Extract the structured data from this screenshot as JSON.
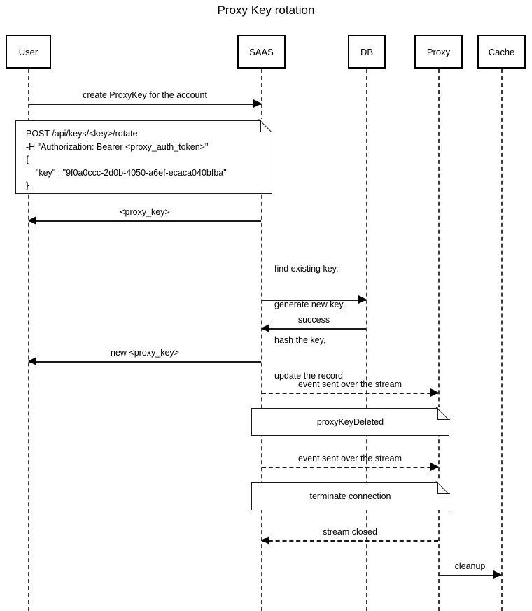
{
  "title": "Proxy Key rotation",
  "participants": [
    {
      "name": "User",
      "label": "User"
    },
    {
      "name": "SAAS",
      "label": "SAAS"
    },
    {
      "name": "DB",
      "label": "DB"
    },
    {
      "name": "Proxy",
      "label": "Proxy"
    },
    {
      "name": "Cache",
      "label": "Cache"
    }
  ],
  "messages": [
    {
      "label": "create ProxyKey for the account",
      "from": "User",
      "to": "SAAS",
      "style": "solid",
      "direction": "right"
    },
    {
      "label": "<proxy_key>",
      "from": "SAAS",
      "to": "User",
      "style": "solid",
      "direction": "left"
    },
    {
      "label": "",
      "from": "SAAS",
      "to": "DB",
      "style": "solid",
      "direction": "right"
    },
    {
      "label": "success",
      "from": "DB",
      "to": "SAAS",
      "style": "solid",
      "direction": "left"
    },
    {
      "label": "new <proxy_key>",
      "from": "SAAS",
      "to": "User",
      "style": "solid",
      "direction": "left"
    },
    {
      "label": "event sent over the stream",
      "from": "SAAS",
      "to": "Proxy",
      "style": "dashed",
      "direction": "right"
    },
    {
      "label": "event sent over the stream",
      "from": "SAAS",
      "to": "Proxy",
      "style": "dashed",
      "direction": "right"
    },
    {
      "label": "stream closed",
      "from": "Proxy",
      "to": "SAAS",
      "style": "dashed",
      "direction": "left"
    },
    {
      "label": "cleanup",
      "from": "Proxy",
      "to": "Cache",
      "style": "solid",
      "direction": "right"
    }
  ],
  "request_note": {
    "lines": [
      "POST /api/keys/<key>/rotate",
      "-H \"Authorization: Bearer <proxy_auth_token>\"",
      "{",
      "    \"key\" : \"9f0a0ccc-2d0b-4050-a6ef-ecaca040bfba\"",
      "}"
    ]
  },
  "processing_note": {
    "lines": [
      "find existing key,",
      "generate new key,",
      "hash the key,",
      "update the record"
    ]
  },
  "event_note_1": {
    "text": "proxyKeyDeleted"
  },
  "event_note_2": {
    "text": "terminate connection"
  },
  "colors": {
    "stroke": "#000000",
    "lifeline": "#3b3b3b",
    "background": "#ffffff"
  }
}
